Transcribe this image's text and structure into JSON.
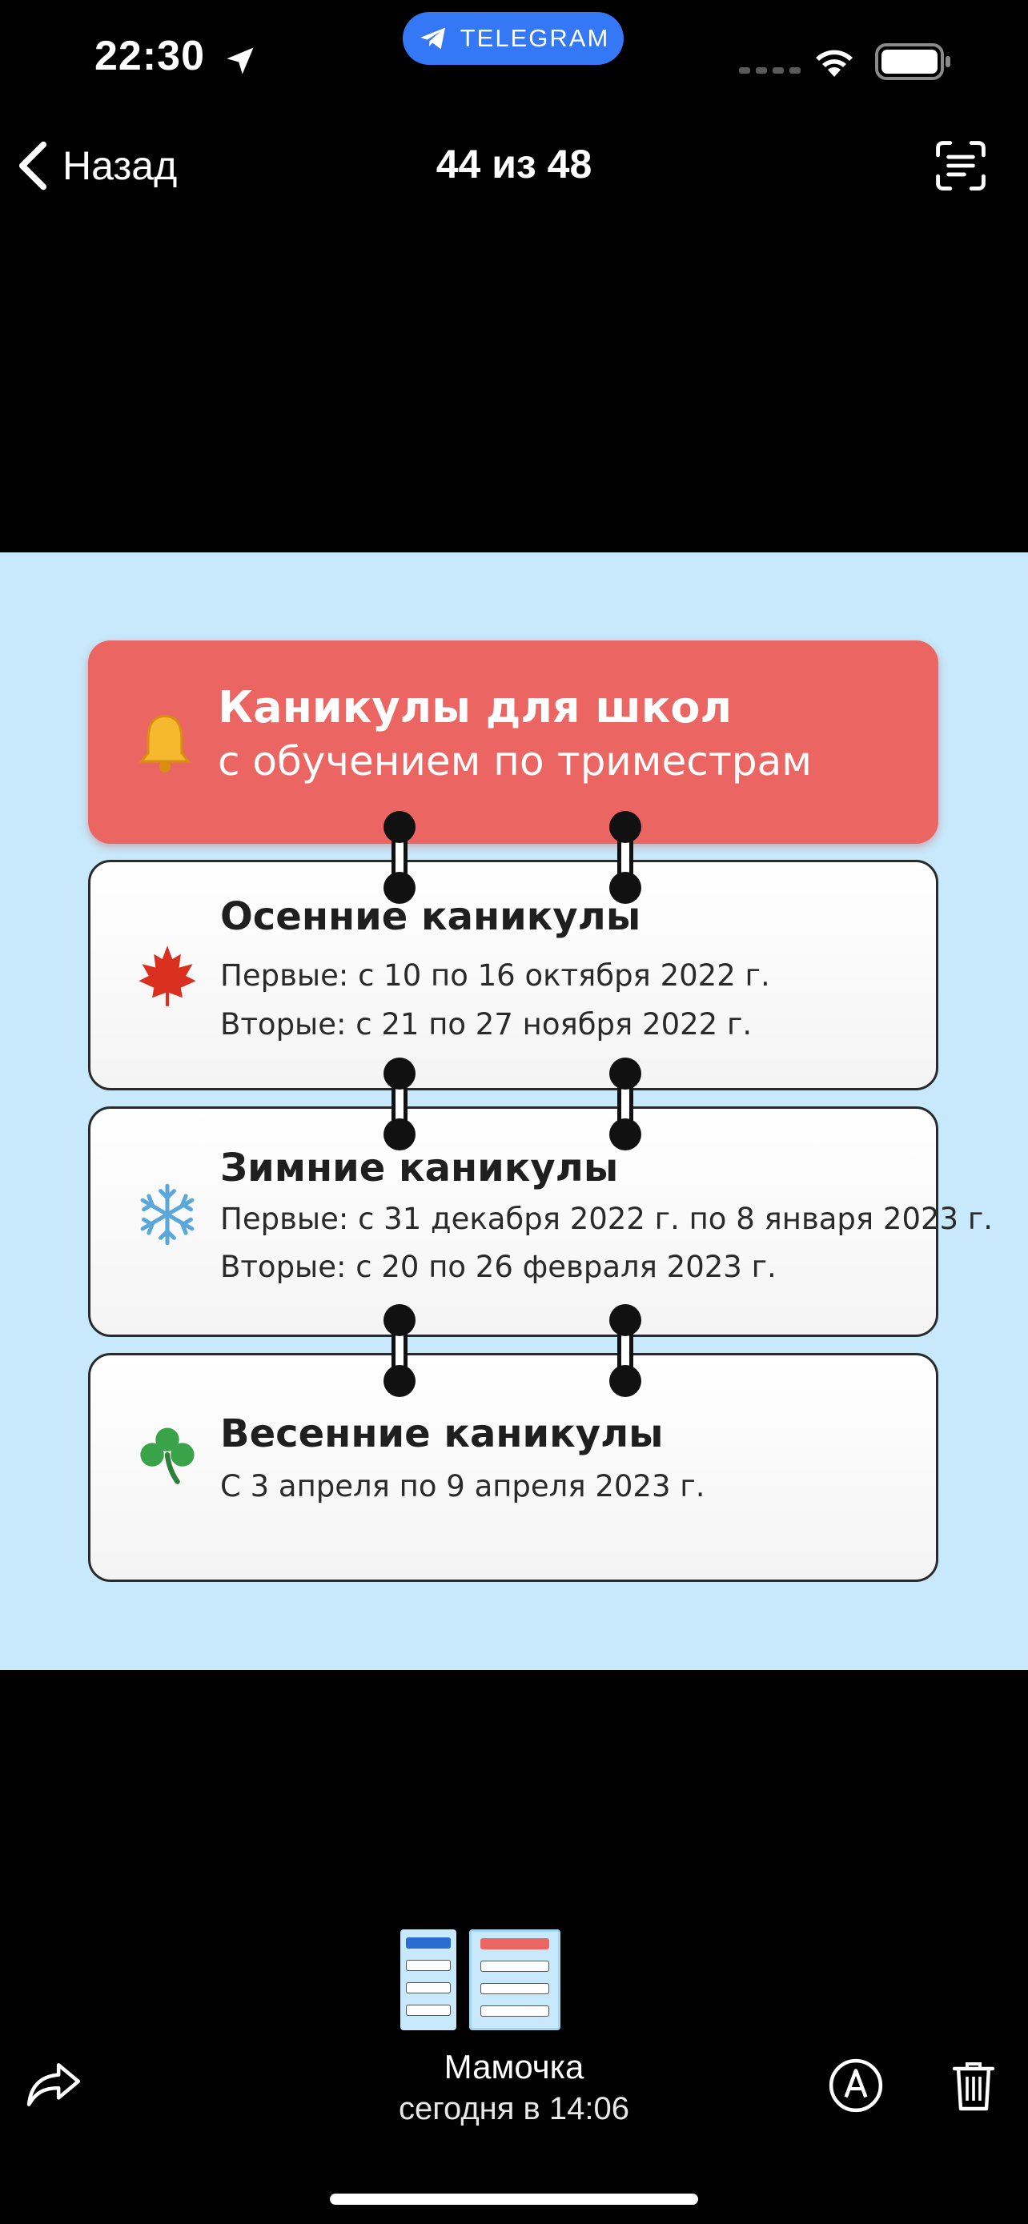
{
  "status_bar": {
    "time": "22:30",
    "return_app": "TELEGRAM",
    "icons": [
      "location-arrow-icon",
      "telegram-icon",
      "signal-icon",
      "wifi-icon",
      "battery-icon"
    ]
  },
  "nav": {
    "back_label": "Назад",
    "counter": "44 из 48",
    "icons": [
      "chevron-left-icon",
      "live-text-scan-icon"
    ]
  },
  "photo": {
    "header": {
      "title": "Каникулы для школ",
      "subtitle": "с обучением по триместрам",
      "icon": "bell-icon"
    },
    "cards": [
      {
        "title": "Осенние каникулы",
        "icon": "maple-leaf-icon",
        "lines": [
          "Первые: с 10 по 16 октября 2022 г.",
          "Вторые: с 21 по 27 ноября 2022 г."
        ]
      },
      {
        "title": "Зимние каникулы",
        "icon": "snowflake-icon",
        "lines": [
          "Первые: с 31 декабря 2022 г. по 8 января 2023 г.",
          "Вторые: с 20 по 26 февраля 2023 г."
        ]
      },
      {
        "title": "Весенние каникулы",
        "icon": "shamrock-icon",
        "lines": [
          "С 3 апреля по 9 апреля 2023 г."
        ]
      }
    ],
    "colors": {
      "background": "#c7e9fb",
      "header": "#eb6563"
    }
  },
  "footer": {
    "sender": "Мамочка",
    "sent_time": "сегодня в 14:06",
    "icons": [
      "share-icon",
      "markup-icon",
      "trash-icon"
    ]
  }
}
